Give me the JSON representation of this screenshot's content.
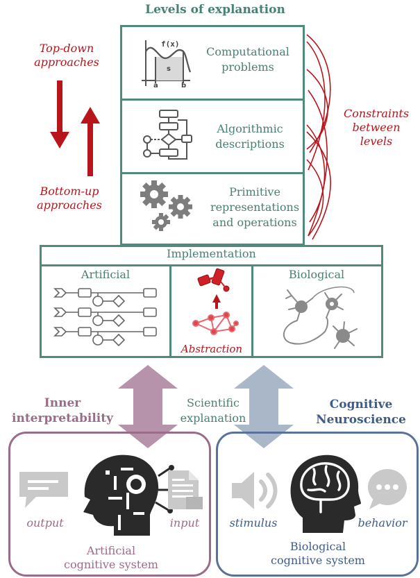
{
  "header": {
    "title": "Levels of explanation"
  },
  "levels": [
    {
      "label_line1": "Computational",
      "label_line2": "problems",
      "label_line3": ""
    },
    {
      "label_line1": "Algorithmic",
      "label_line2": "descriptions",
      "label_line3": ""
    },
    {
      "label_line1": "Primitive",
      "label_line2": "representations",
      "label_line3": "and operations"
    }
  ],
  "comp_icon": {
    "fx": "f(x)",
    "s": "s",
    "a": "a",
    "b": "b"
  },
  "side_labels": {
    "top_down_1": "Top-down",
    "top_down_2": "approaches",
    "bottom_up_1": "Bottom-up",
    "bottom_up_2": "approaches",
    "constraints_1": "Constraints",
    "constraints_2": "between",
    "constraints_3": "levels"
  },
  "implementation": {
    "title": "Implementation",
    "artificial": "Artificial",
    "biological": "Biological",
    "abstraction": "Abstraction"
  },
  "middle": {
    "inner_1": "Inner",
    "inner_2": "interpretability",
    "scientific_1": "Scientific",
    "scientific_2": "explanation",
    "cognitive_1": "Cognitive",
    "cognitive_2": "Neuroscience"
  },
  "bottom_left": {
    "output": "output",
    "input": "input",
    "system_1": "Artificial",
    "system_2": "cognitive system"
  },
  "bottom_right": {
    "stimulus": "stimulus",
    "behavior": "behavior",
    "system_1": "Biological",
    "system_2": "cognitive system"
  },
  "colors": {
    "teal": "#4f8a7d",
    "red": "#b8141b",
    "mauve": "#b693aa",
    "slate": "#aab7c8",
    "navy": "#5a7199"
  }
}
